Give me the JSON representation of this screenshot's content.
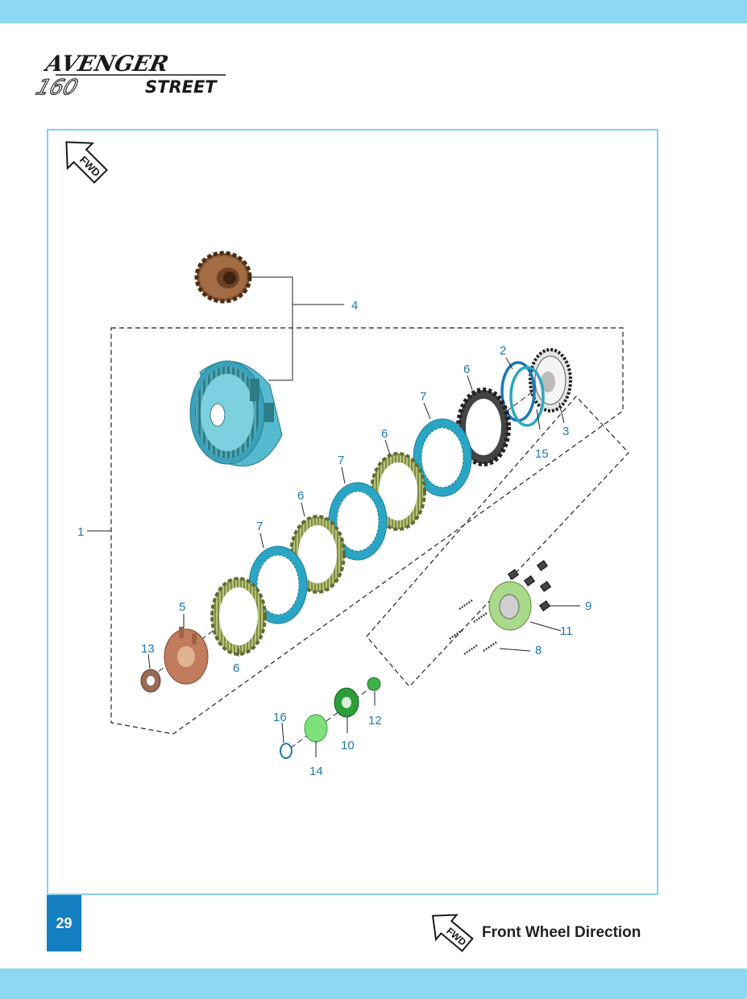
{
  "brand": {
    "model": "AVENGER",
    "variant_number": "160",
    "variant_name": "STREET"
  },
  "fwd_badge_text": "FWD",
  "callouts": [
    {
      "id": "c4",
      "label": "4"
    },
    {
      "id": "c1",
      "label": "1"
    },
    {
      "id": "c2",
      "label": "2"
    },
    {
      "id": "c3",
      "label": "3"
    },
    {
      "id": "c15",
      "label": "15"
    },
    {
      "id": "c6a",
      "label": "6"
    },
    {
      "id": "c6b",
      "label": "6"
    },
    {
      "id": "c6c",
      "label": "6"
    },
    {
      "id": "c6d",
      "label": "6"
    },
    {
      "id": "c7a",
      "label": "7"
    },
    {
      "id": "c7b",
      "label": "7"
    },
    {
      "id": "c7c",
      "label": "7"
    },
    {
      "id": "c5",
      "label": "5"
    },
    {
      "id": "c13",
      "label": "13"
    },
    {
      "id": "c9",
      "label": "9"
    },
    {
      "id": "c11",
      "label": "11"
    },
    {
      "id": "c8",
      "label": "8"
    },
    {
      "id": "c16",
      "label": "16"
    },
    {
      "id": "c12",
      "label": "12"
    },
    {
      "id": "c10",
      "label": "10"
    },
    {
      "id": "c14",
      "label": "14"
    }
  ],
  "footer": {
    "page_number": "29",
    "legend_text": "Front Wheel Direction"
  },
  "colors": {
    "band": "#8fd8f3",
    "frame": "#86d0ec",
    "callout": "#1c78b4",
    "page_box": "#137fc0",
    "teal_plate": "#2aa6c4",
    "friction_plate": "#8e9a58",
    "bronze": "#9a6a44"
  }
}
